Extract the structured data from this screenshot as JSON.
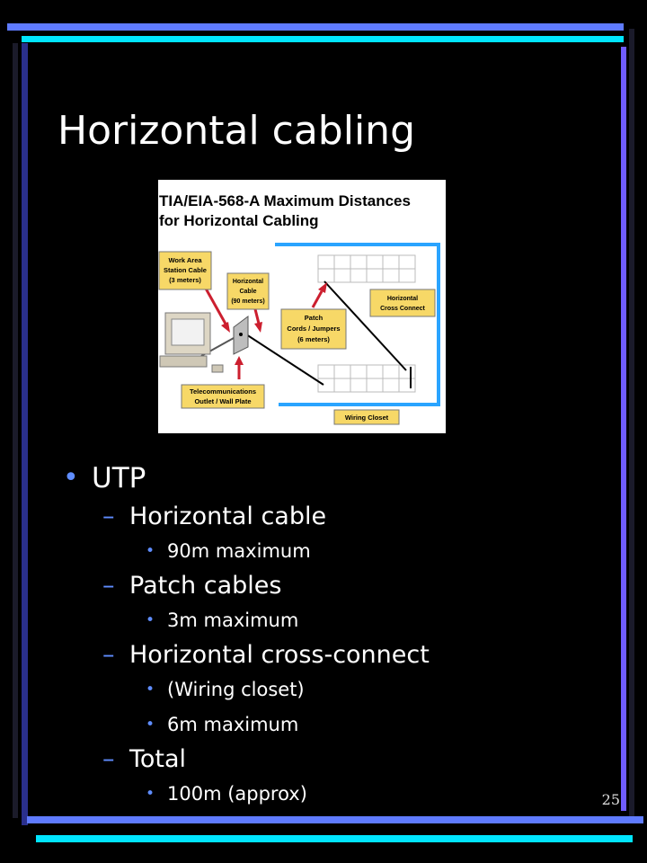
{
  "slide": {
    "title": "Horizontal cabling",
    "page_number": "25"
  },
  "colors": {
    "accent_cyan": "#00e5ff",
    "accent_blue": "#5f7bff",
    "bullet": "#5f8dff",
    "diagram_box": "#f7d867",
    "diagram_frame": "#2aa4ff",
    "diagram_arrow": "#cc1f2f"
  },
  "diagram": {
    "heading_line1": "TIA/EIA-568-A Maximum Distances",
    "heading_line2": "for Horizontal Cabling",
    "work_area_line1": "Work Area",
    "work_area_line2": "Station Cable",
    "work_area_line3": "(3 meters)",
    "horizontal_cable_line1": "Horizontal",
    "horizontal_cable_line2": "Cable",
    "horizontal_cable_line3": "(90 meters)",
    "patch_cords_line1": "Patch",
    "patch_cords_line2": "Cords / Jumpers",
    "patch_cords_line3": "(6 meters)",
    "cross_connect_line1": "Horizontal",
    "cross_connect_line2": "Cross Connect",
    "telecom_outlet_line1": "Telecommunications",
    "telecom_outlet_line2": "Outlet / Wall Plate",
    "wiring_closet": "Wiring Closet"
  },
  "bullets": {
    "utp": "UTP",
    "horizontal_cable": "Horizontal cable",
    "horizontal_cable_max": "90m maximum",
    "patch_cables": "Patch cables",
    "patch_cables_max": "3m maximum",
    "cross_connect": "Horizontal cross-connect",
    "cross_connect_note": "(Wiring closet)",
    "cross_connect_max": "6m maximum",
    "total": "Total",
    "total_value": "100m (approx)"
  }
}
